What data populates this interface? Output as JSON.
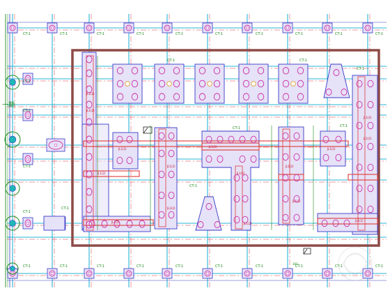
{
  "drawing": {
    "colors": {
      "background": "#ffffff",
      "grid_red": "#e0323c",
      "grid_cyan": "#27b4d6",
      "grid_blue": "#3a3ac8",
      "green": "#1a8a1a",
      "magenta": "#cc2ea8",
      "lavender_fill": "#e6e2f7",
      "boundary": "#8e4a47",
      "red_beam": "#e03a3a",
      "watermark": "#c8c8c8"
    },
    "side_label": "一期",
    "pile_cap_label": "CT-1",
    "beam_label": "JL1(2)",
    "note_mark": "300",
    "icons": [
      "pile-circle-icon",
      "north-marker-icon",
      "watermark-logo-icon"
    ]
  }
}
